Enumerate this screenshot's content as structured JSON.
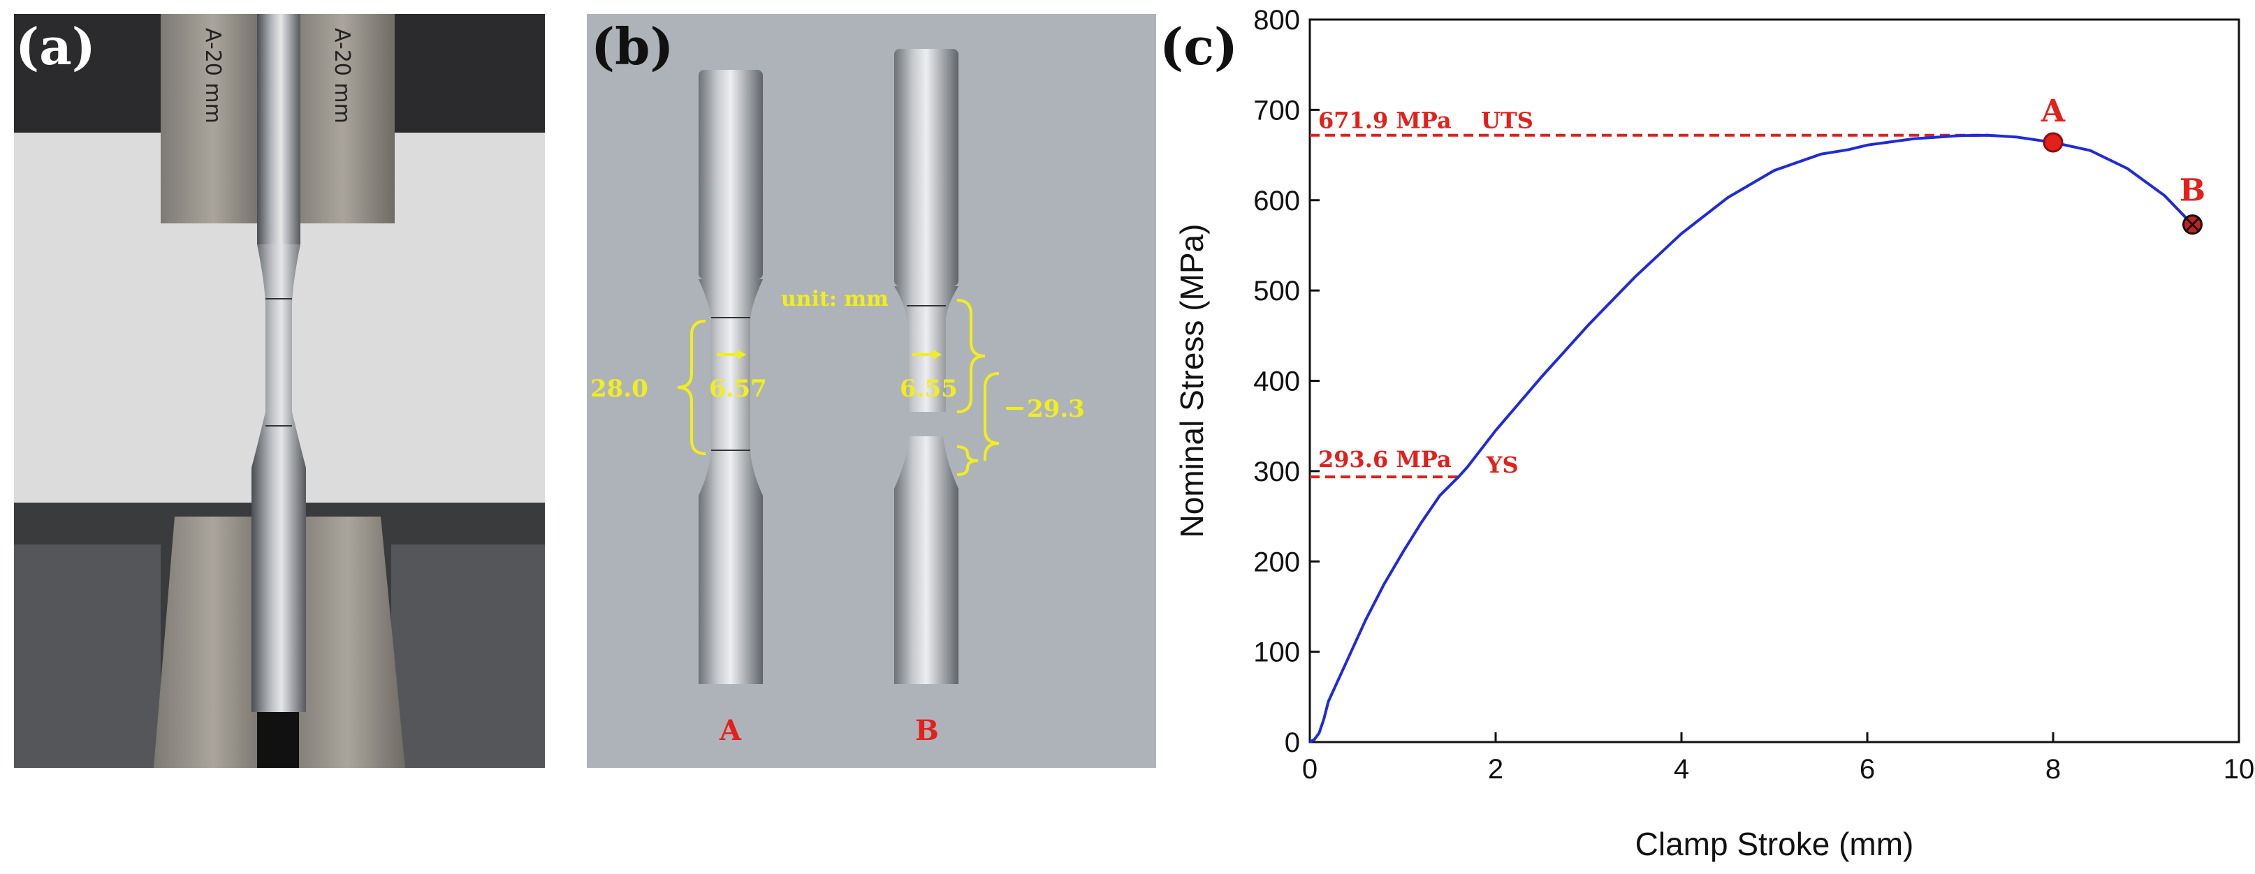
{
  "panels": {
    "a": {
      "label": "(a)",
      "grip_text_left": "A-20 mm",
      "grip_text_right": "A-20 mm"
    },
    "b": {
      "label": "(b)",
      "unit_note": "unit: mm",
      "specimen_a": {
        "name": "A",
        "gauge_length": "28.0",
        "diameter": "6.57"
      },
      "specimen_b": {
        "name": "B",
        "diameter": "6.55",
        "gauge_length": "29.3"
      }
    },
    "c": {
      "label": "(c)"
    }
  },
  "colors": {
    "curve": "#1f2bd9",
    "annotation_red": "#e2201c",
    "annotation_yellow": "#f2ee1c"
  },
  "chart_data": {
    "type": "line",
    "xlabel": "Clamp Stroke (mm)",
    "ylabel": "Nominal Stress (MPa)",
    "xlim": [
      0,
      10
    ],
    "ylim": [
      0,
      800
    ],
    "xticks": [
      0,
      2,
      4,
      6,
      8,
      10
    ],
    "yticks": [
      0,
      100,
      200,
      300,
      400,
      500,
      600,
      700,
      800
    ],
    "grid": false,
    "series": [
      {
        "x": [
          0,
          0.05,
          0.1,
          0.15,
          0.2,
          0.4,
          0.6,
          0.8,
          1.0,
          1.2,
          1.4,
          1.6,
          1.7,
          2.0,
          2.5,
          3.0,
          3.5,
          4.0,
          4.5,
          5.0,
          5.5,
          5.8,
          6.0,
          6.5,
          7.0,
          7.3,
          7.6,
          8.0,
          8.4,
          8.8,
          9.2,
          9.5
        ],
        "values": [
          0,
          3,
          10,
          25,
          45,
          90,
          135,
          175,
          210,
          243,
          273,
          293.6,
          305,
          345,
          405,
          462,
          515,
          563,
          603,
          633,
          651,
          656,
          661,
          668,
          671.5,
          671.9,
          670,
          664,
          655,
          635,
          605,
          573
        ]
      }
    ],
    "annotations": {
      "uts": {
        "value": 671.9,
        "text": "671.9 MPa",
        "tag": "UTS"
      },
      "ys": {
        "value": 293.6,
        "x": 1.6,
        "text": "293.6 MPa",
        "tag": "YS"
      },
      "point_a": {
        "label": "A",
        "x": 8.0,
        "y": 664
      },
      "point_b": {
        "label": "B",
        "x": 9.5,
        "y": 573
      }
    }
  }
}
